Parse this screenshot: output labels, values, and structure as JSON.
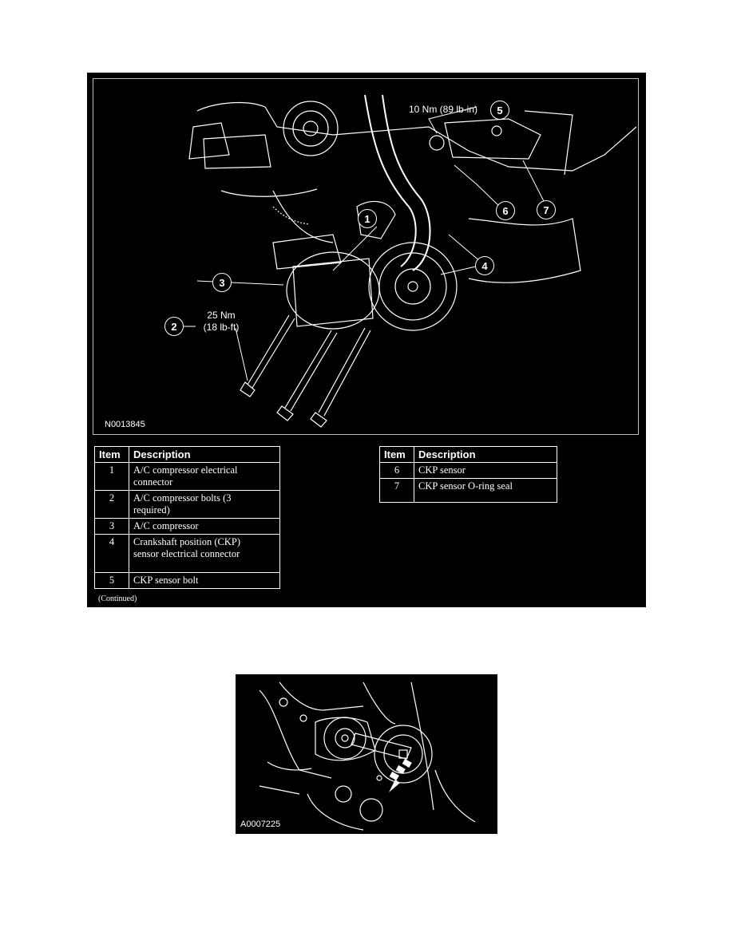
{
  "figure1": {
    "code": "N0013845",
    "callouts": {
      "c1": "1",
      "c2": "2",
      "c3": "3",
      "c4": "4",
      "c5": "5",
      "c6": "6",
      "c7": "7"
    },
    "torque_top": "10 Nm (89 lb-in)",
    "torque_left_line1": "25 Nm",
    "torque_left_line2": "(18 lb-ft)"
  },
  "table_left": {
    "header_item": "Item",
    "header_desc": "Description",
    "rows": [
      {
        "item": "1",
        "desc_l1": "A/C compressor electrical",
        "desc_l2": "connector"
      },
      {
        "item": "2",
        "desc_l1": "A/C compressor bolts (3",
        "desc_l2": "required)"
      },
      {
        "item": "3",
        "desc_l1": "A/C compressor",
        "desc_l2": ""
      },
      {
        "item": "4",
        "desc_l1": "Crankshaft position (CKP)",
        "desc_l2": "sensor electrical connector"
      },
      {
        "item": "5",
        "desc_l1": "CKP sensor bolt",
        "desc_l2": ""
      }
    ]
  },
  "table_right": {
    "header_item": "Item",
    "header_desc": "Description",
    "rows": [
      {
        "item": "6",
        "desc": "CKP sensor"
      },
      {
        "item": "7",
        "desc": "CKP sensor O-ring seal"
      }
    ]
  },
  "continued": "(Continued)",
  "figure2": {
    "code": "A0007225"
  }
}
